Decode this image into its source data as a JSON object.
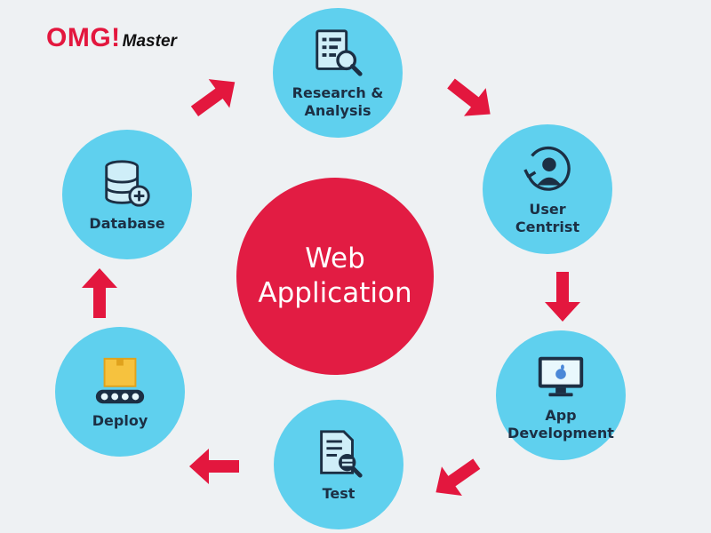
{
  "logo": {
    "brand": "OMG!",
    "suffix": "Master"
  },
  "center": {
    "label": "Web\nApplication"
  },
  "steps": [
    {
      "label": "Research &\nAnalysis",
      "icon": "research-document-icon"
    },
    {
      "label": "User\nCentrist",
      "icon": "user-refresh-icon"
    },
    {
      "label": "App\nDevelopment",
      "icon": "monitor-apple-icon"
    },
    {
      "label": "Test",
      "icon": "test-document-icon"
    },
    {
      "label": "Deploy",
      "icon": "conveyor-box-icon"
    },
    {
      "label": "Database",
      "icon": "database-add-icon"
    }
  ],
  "colors": {
    "node": "#5fd0ee",
    "center": "#e21c43",
    "arrow": "#e3173e",
    "brand": "#e3173e"
  }
}
